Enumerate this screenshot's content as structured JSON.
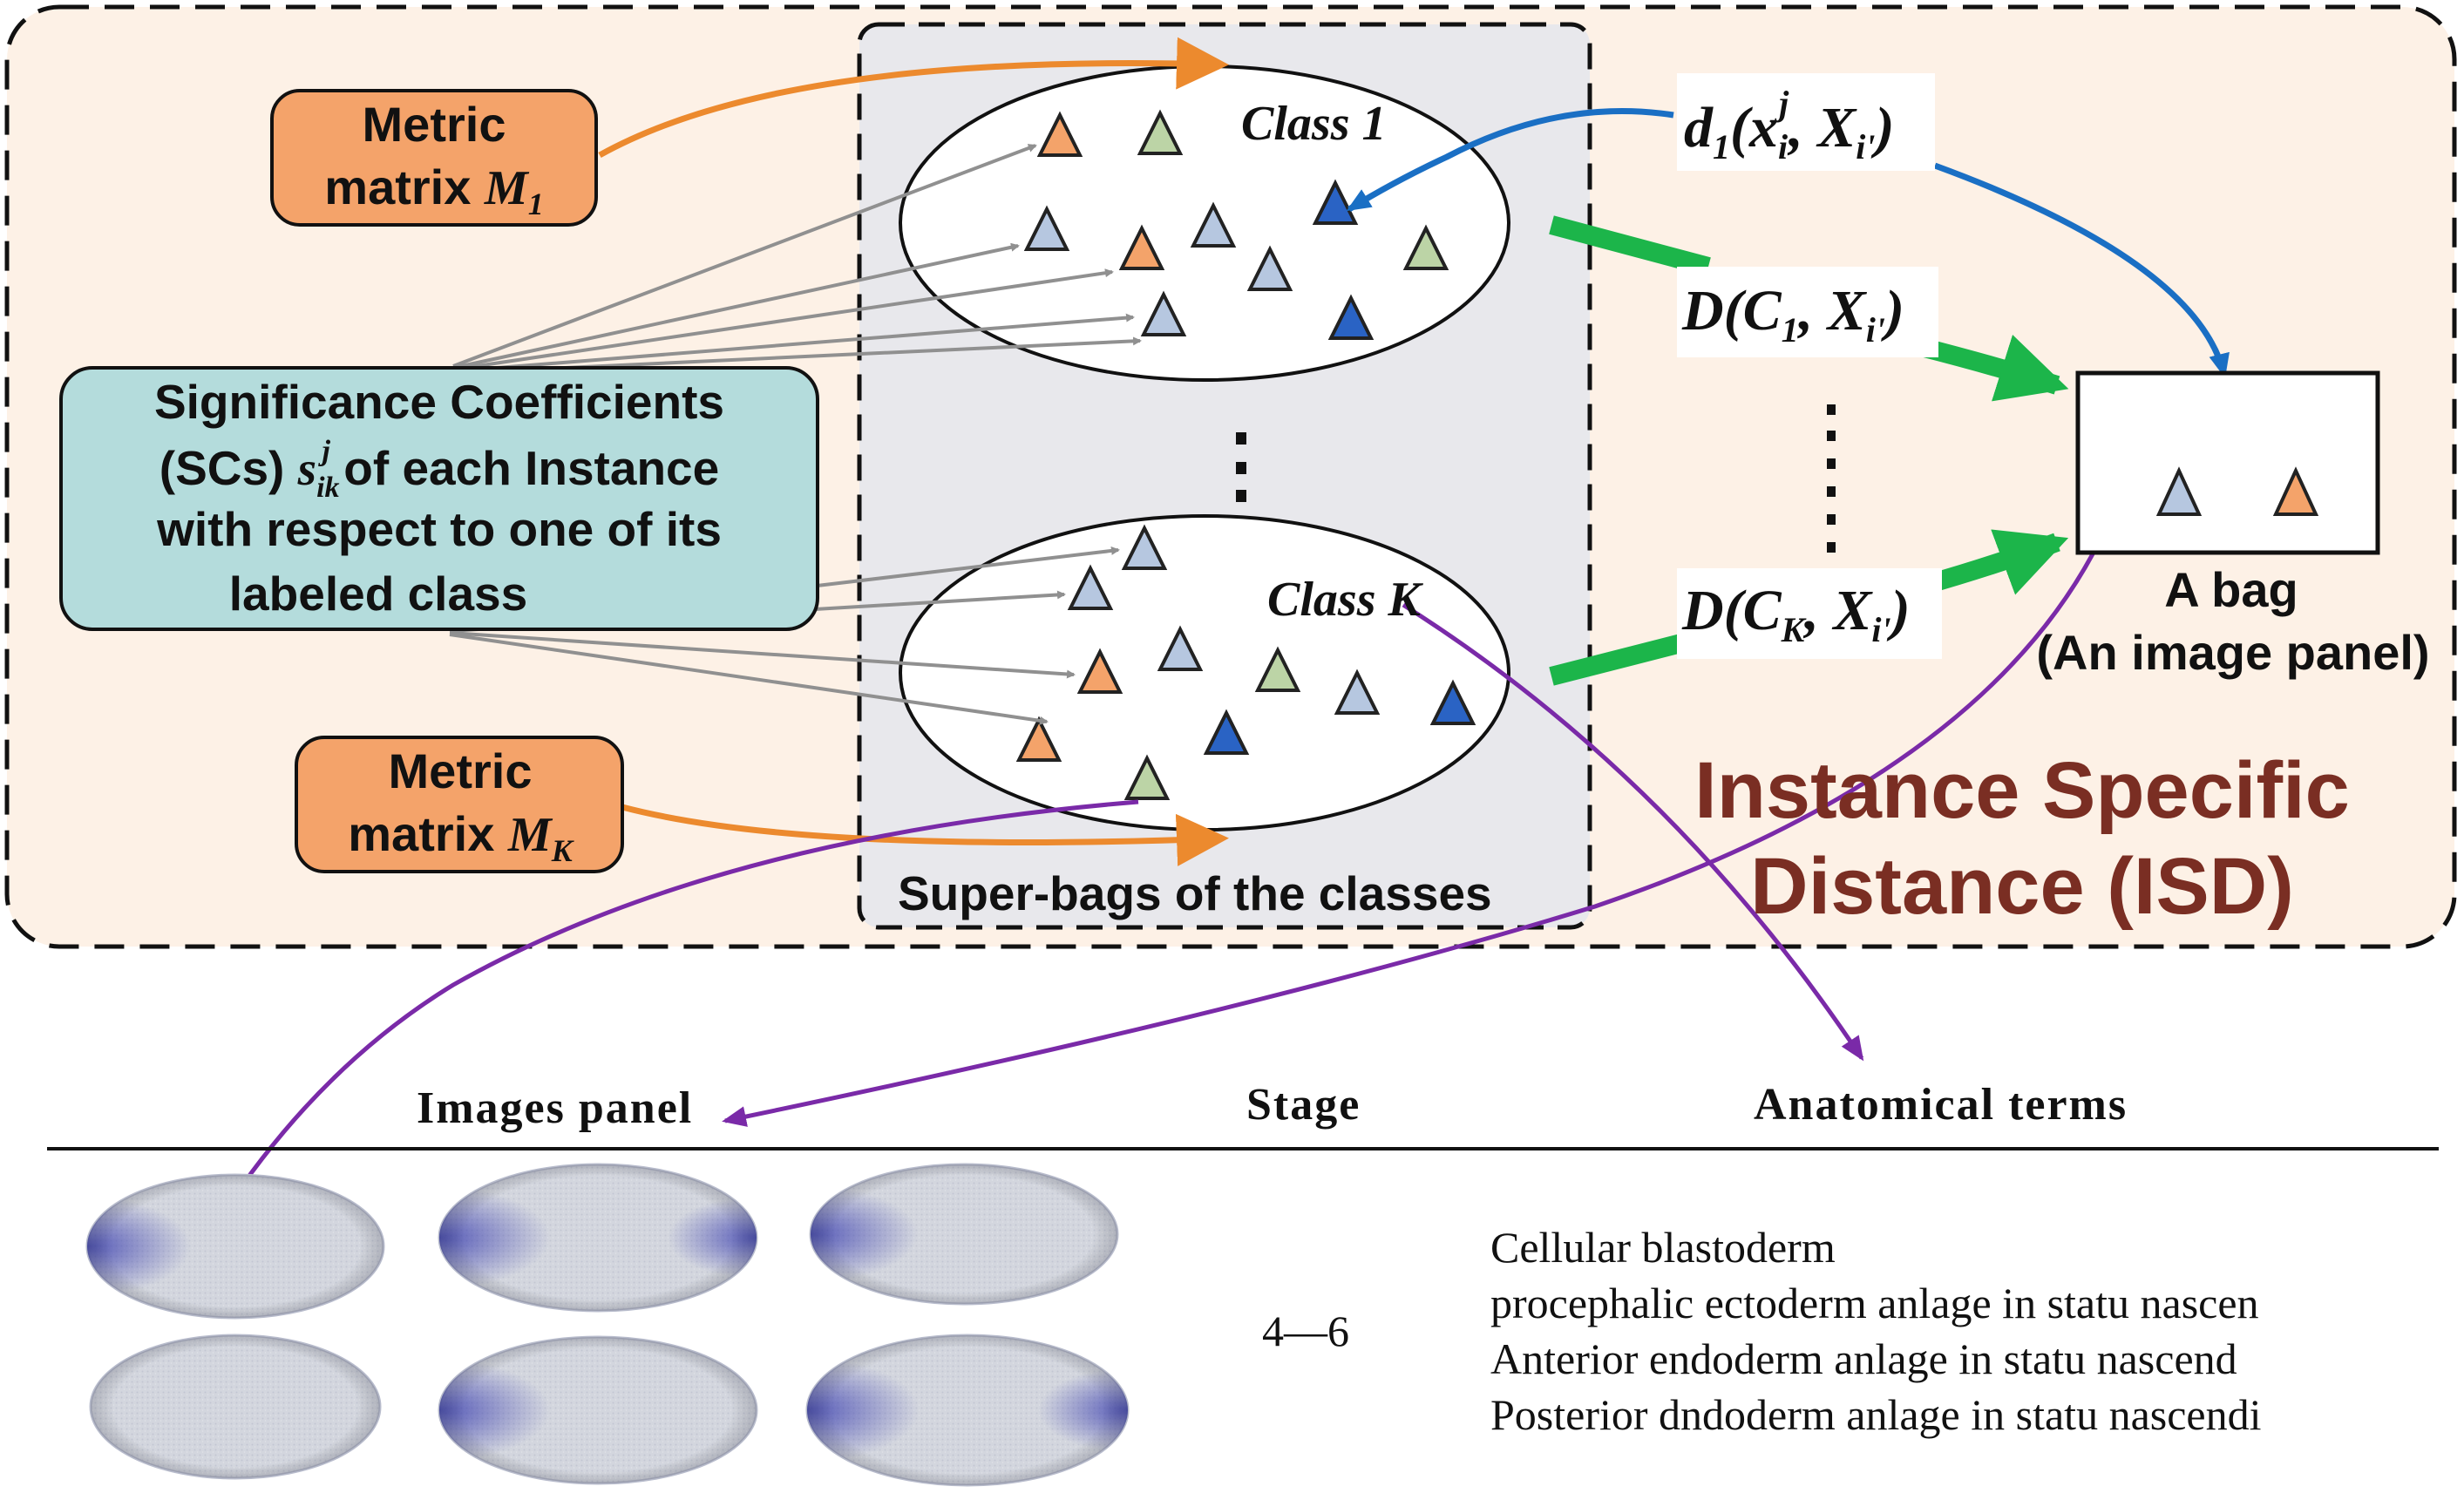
{
  "colors": {
    "panel_bg": "#fdf1e6",
    "superbag_bg": "#e8e8ec",
    "orange": "#f4a36a",
    "orange_stroke": "#ec8a2e",
    "teal": "#b4dcdc",
    "blue_arrow": "#1a6fc4",
    "green_arrow": "#1cb54a",
    "purple": "#7a2aa8",
    "gray_arrow": "#909090",
    "isd_title": "#7a2e23",
    "tri_orange": "#f4a36a",
    "tri_green": "#bcd4a6",
    "tri_lightblue": "#b6c7e0",
    "tri_darkblue": "#2a63c4"
  },
  "metric1": {
    "line1": "Metric",
    "line2": "matrix ",
    "sym": "M",
    "sub": "1"
  },
  "metricK": {
    "line1": "Metric",
    "line2": "matrix ",
    "sym": "M",
    "sub": "K"
  },
  "sc_box": {
    "line1": "Significance Coefficients",
    "line2_a": "(SCs) ",
    "line2_sym": "s",
    "line2_sub": "ik",
    "line2_sup": "j",
    "line2_b": " of each Instance",
    "line3": "with respect to one of its",
    "line4": "labeled class"
  },
  "class1_label": "Class 1",
  "classK_label": "Class K",
  "superbag_label": "Super-bags of the classes",
  "vdots": "⋮",
  "distances": {
    "d1_a": "d",
    "d1_sub": "1",
    "d1_b": "(x",
    "d1_sub2": "i",
    "d1_sup": "j",
    "d1_c": ", X",
    "d1_sub3": "i'",
    "d1_d": ")",
    "D1_a": "D(C",
    "D1_sub": "1",
    "D1_b": ", X",
    "D1_sub2": "i'",
    "D1_c": ")",
    "DK_a": "D(C",
    "DK_sub": "K",
    "DK_b": ", X",
    "DK_sub2": "i'",
    "DK_c": ")"
  },
  "bag_label_1": "A  bag",
  "bag_label_2": "(An image panel)",
  "isd_title_1": "Instance Specific",
  "isd_title_2": "Distance (ISD)",
  "table": {
    "headers": [
      "Images panel",
      "Stage",
      "Anatomical terms"
    ],
    "stage": "4—6",
    "terms": [
      "Cellular blastoderm",
      "procephalic ectoderm anlage in statu nascen",
      "Anterior endoderm anlage in statu nascend",
      "Posterior dndoderm anlage in statu nascendi"
    ]
  }
}
